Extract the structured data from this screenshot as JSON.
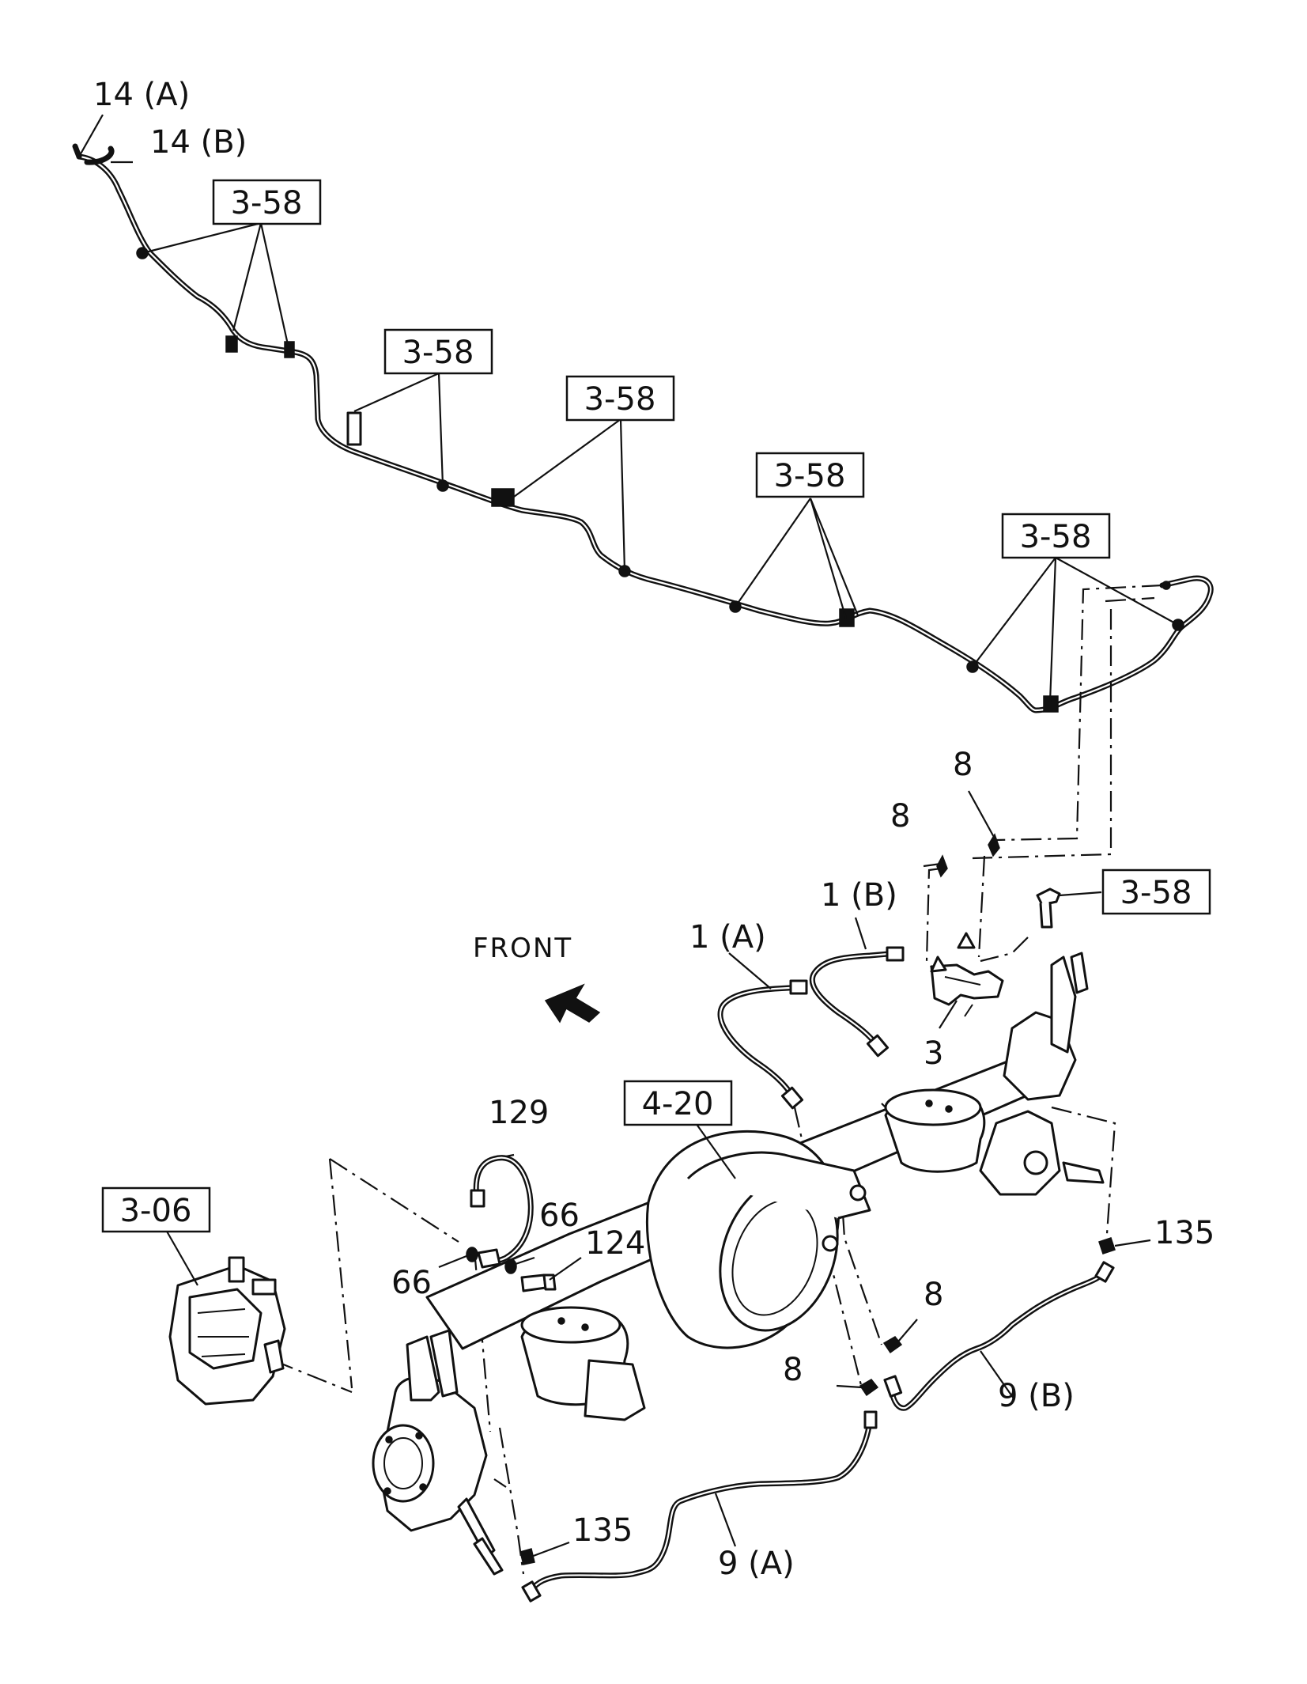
{
  "callouts": {
    "c14a": "14 (A)",
    "c14b": "14 (B)",
    "c8_top": "8",
    "c8_mid": "8",
    "c1b": "1 (B)",
    "c1a": "1 (A)",
    "c3": "3",
    "front": "FRONT",
    "c129": "129",
    "c66_right": "66",
    "c66_left": "66",
    "c124": "124",
    "c135_right": "135",
    "c8_lower_right": "8",
    "c8_lower_left": "8",
    "c9b": "9 (B)",
    "c135_left": "135",
    "c9a": "9 (A)"
  },
  "refs": {
    "r1": "3-58",
    "r2": "3-58",
    "r3": "3-58",
    "r4": "3-58",
    "r5": "3-58",
    "r6": "3-58",
    "r7": "4-20",
    "r8": "3-06"
  }
}
